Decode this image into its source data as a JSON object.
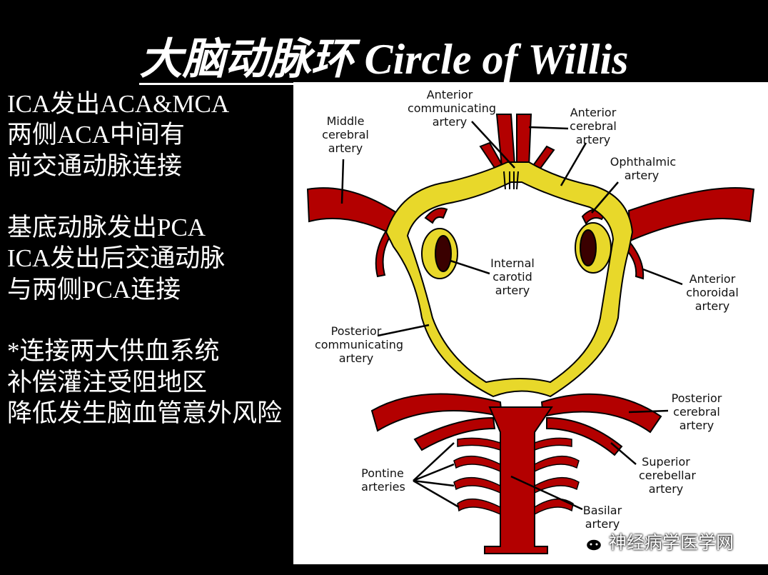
{
  "title": "大脑动脉环 Circle of Willis",
  "left_text": {
    "block1": [
      "ICA发出ACA&MCA",
      "两侧ACA中间有",
      "前交通动脉连接"
    ],
    "block2": [
      "基底动脉发出PCA",
      "ICA发出后交通动脉",
      "与两侧PCA连接"
    ],
    "block3": [
      "*连接两大供血系统",
      "补偿灌注受阻地区",
      "降低发生脑血管意外风险"
    ]
  },
  "diagram_labels": {
    "anterior_communicating": [
      "Anterior",
      "communicating",
      "artery"
    ],
    "anterior_cerebral": [
      "Anterior",
      "cerebral",
      "artery"
    ],
    "middle_cerebral": [
      "Middle",
      "cerebral",
      "artery"
    ],
    "ophthalmic": [
      "Ophthalmic",
      "artery"
    ],
    "internal_carotid": [
      "Internal",
      "carotid",
      "artery"
    ],
    "anterior_choroidal": [
      "Anterior",
      "choroidal",
      "artery"
    ],
    "posterior_communicating": [
      "Posterior",
      "communicating",
      "artery"
    ],
    "posterior_cerebral": [
      "Posterior",
      "cerebral",
      "artery"
    ],
    "pontine": [
      "Pontine",
      "arteries"
    ],
    "superior_cerebellar": [
      "Superior",
      "cerebellar",
      "artery"
    ],
    "basilar": [
      "Basilar",
      "artery"
    ]
  },
  "colors": {
    "artery": "#b30000",
    "communicating": "#e8d82a",
    "lumen": "#3a0000",
    "label_line": "#000000"
  },
  "watermark": {
    "icon": "wechat-icon",
    "text": "神经病学医学网"
  }
}
